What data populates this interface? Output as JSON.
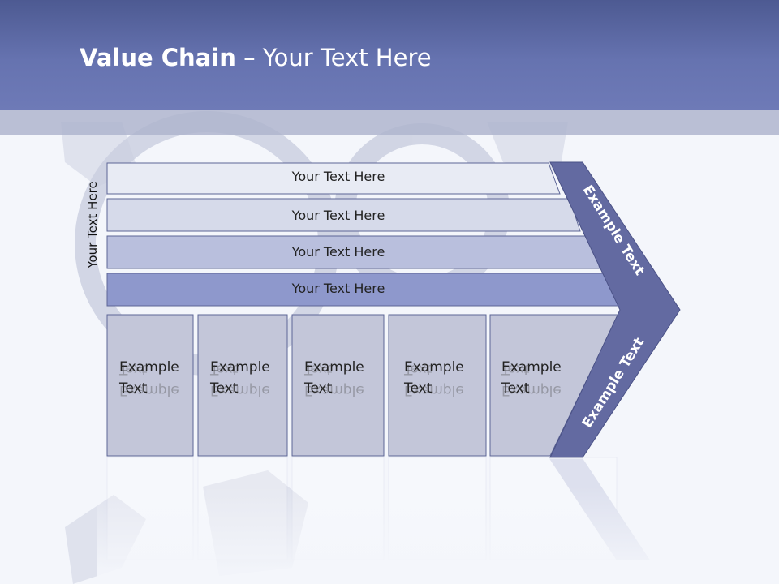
{
  "header": {
    "title_bold": "Value Chain",
    "title_rest": " – Your Text Here"
  },
  "side_label": "Your Text Here",
  "bars": [
    {
      "label": "Your Text Here",
      "fill": "#e8ebf4"
    },
    {
      "label": "Your Text Here",
      "fill": "#d6daea"
    },
    {
      "label": "Your Text Here",
      "fill": "#b9bfdd"
    },
    {
      "label": "Your Text Here",
      "fill": "#8e98cc"
    }
  ],
  "columns": [
    {
      "line1": "Example",
      "line2": "Text"
    },
    {
      "line1": "Example",
      "line2": "Text"
    },
    {
      "line1": "Example",
      "line2": "Text"
    },
    {
      "line1": "Example",
      "line2": "Text"
    },
    {
      "line1": "Example",
      "line2": "Text"
    }
  ],
  "chevron": {
    "upper_label": "Example Text",
    "lower_label": "Example Text",
    "fill": "#636aa1"
  },
  "colors": {
    "header": "#6673b0",
    "column_fill": "#c3c6d9",
    "text": "#222222"
  }
}
